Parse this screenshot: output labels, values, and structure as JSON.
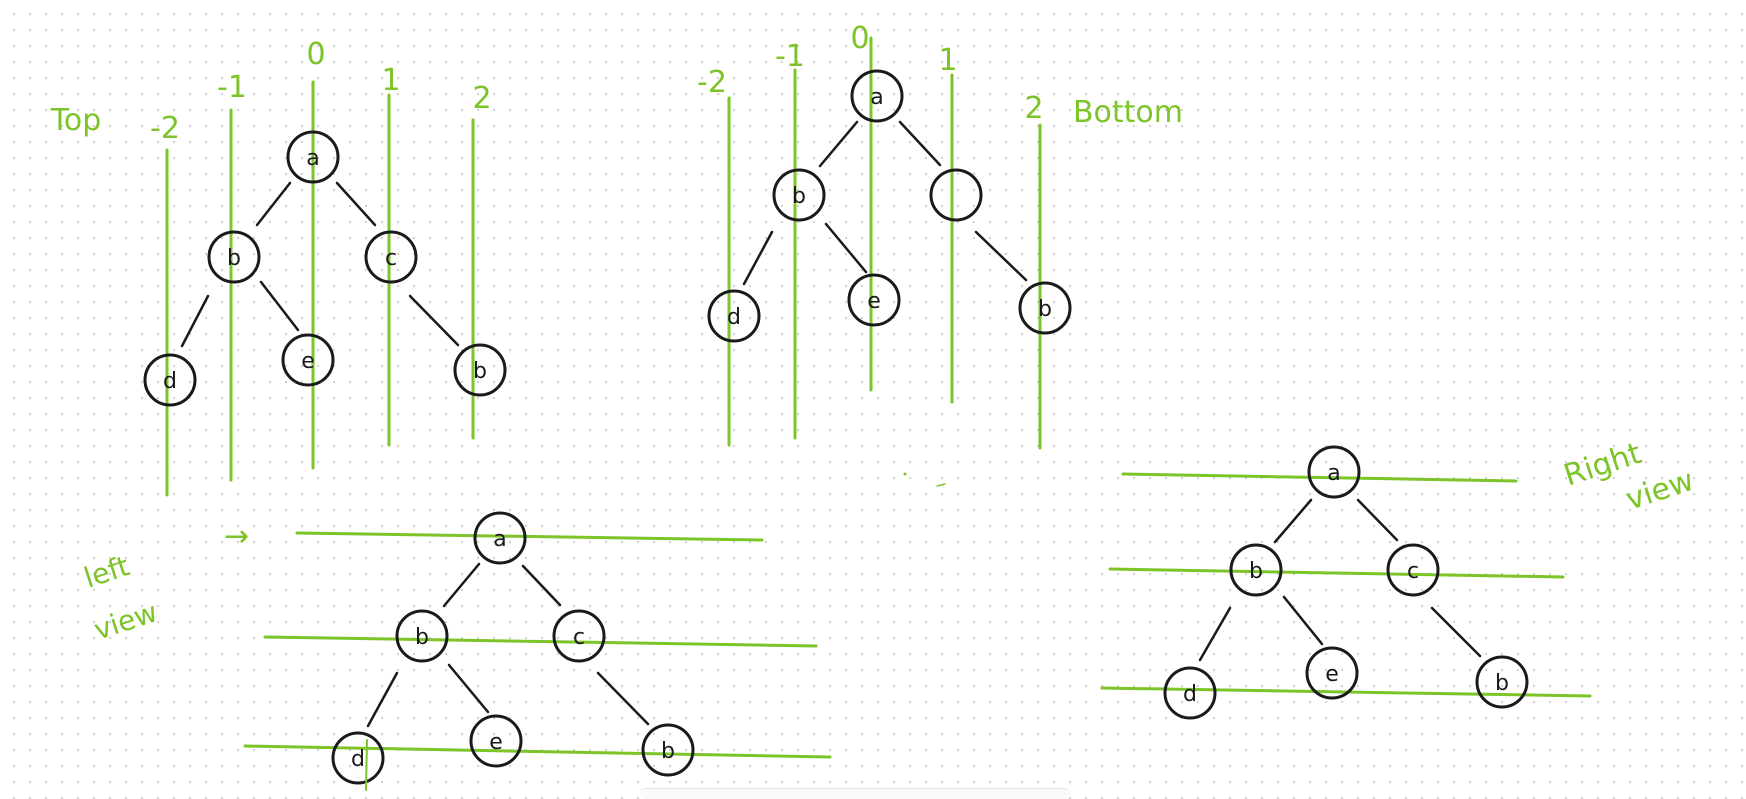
{
  "colors": {
    "annotation": "#7cc427",
    "ink": "#1a1a1a"
  },
  "diagrams": {
    "top": {
      "title": "Top",
      "columns": [
        "-2",
        "-1",
        "0",
        "1",
        "2"
      ],
      "nodes": [
        "a",
        "b",
        "c",
        "d",
        "e",
        "b"
      ]
    },
    "bottom": {
      "title": "Bottom",
      "columns": [
        "-2",
        "-1",
        "0",
        "1",
        "2"
      ],
      "nodes": [
        "a",
        "b",
        "",
        "d",
        "e",
        "b"
      ]
    },
    "left": {
      "title_line1": "left",
      "title_line2": "view",
      "arrow": "→",
      "nodes": [
        "a",
        "b",
        "c",
        "d",
        "e",
        "b"
      ]
    },
    "right": {
      "title_line1": "Right",
      "title_line2": "view",
      "nodes": [
        "a",
        "b",
        "c",
        "d",
        "e",
        "b"
      ]
    }
  }
}
